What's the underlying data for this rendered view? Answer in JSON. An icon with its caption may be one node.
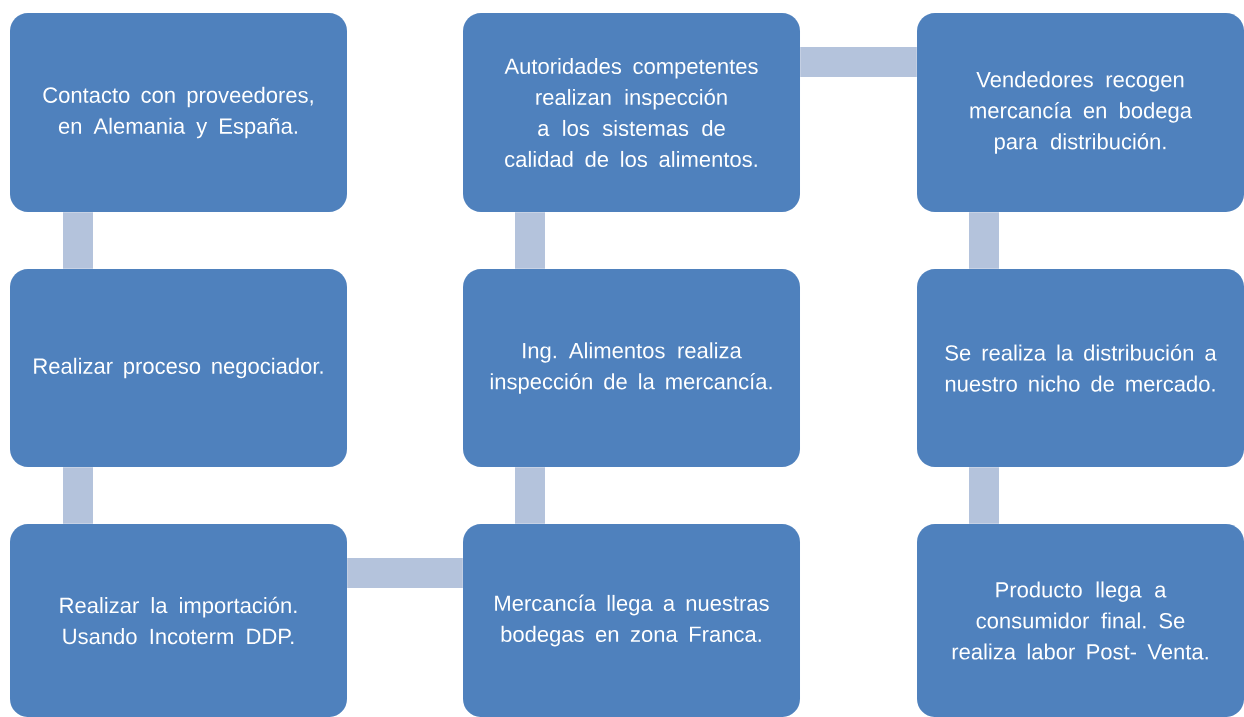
{
  "diagram": {
    "nodes": [
      {
        "text": [
          "Contacto con proveedores, en Alemania y España."
        ]
      },
      {
        "text": [
          "Realizar proceso negociador."
        ]
      },
      {
        "text": [
          "Realizar la importación. Usando Incoterm DDP."
        ]
      },
      {
        "text": [
          "Mercancía llega a nuestras bodegas en zona Franca."
        ]
      },
      {
        "text": [
          "Ing. Alimentos realiza inspección de la mercancía."
        ]
      },
      {
        "text": [
          "Autoridades competentes realizan inspección a los sistemas de calidad de los alimentos."
        ]
      },
      {
        "text": [
          "Vendedores recogen mercancía en bodega para distribución."
        ]
      },
      {
        "text": [
          "Se realiza la distribución a nuestro nicho de mercado."
        ]
      },
      {
        "text": [
          "Producto llega a consumidor final. Se realiza labor Post- Venta."
        ]
      }
    ],
    "edges": [
      {
        "from": 0,
        "to": 1,
        "arrow": "none"
      },
      {
        "from": 1,
        "to": 2,
        "arrow": "none"
      },
      {
        "from": 2,
        "to": 3,
        "arrow": "none"
      },
      {
        "from": 3,
        "to": 4,
        "arrow": "none"
      },
      {
        "from": 4,
        "to": 5,
        "arrow": "none"
      },
      {
        "from": 5,
        "to": 6,
        "arrow": "none"
      },
      {
        "from": 6,
        "to": 7,
        "arrow": "none"
      },
      {
        "from": 7,
        "to": 8,
        "arrow": "none"
      }
    ]
  }
}
